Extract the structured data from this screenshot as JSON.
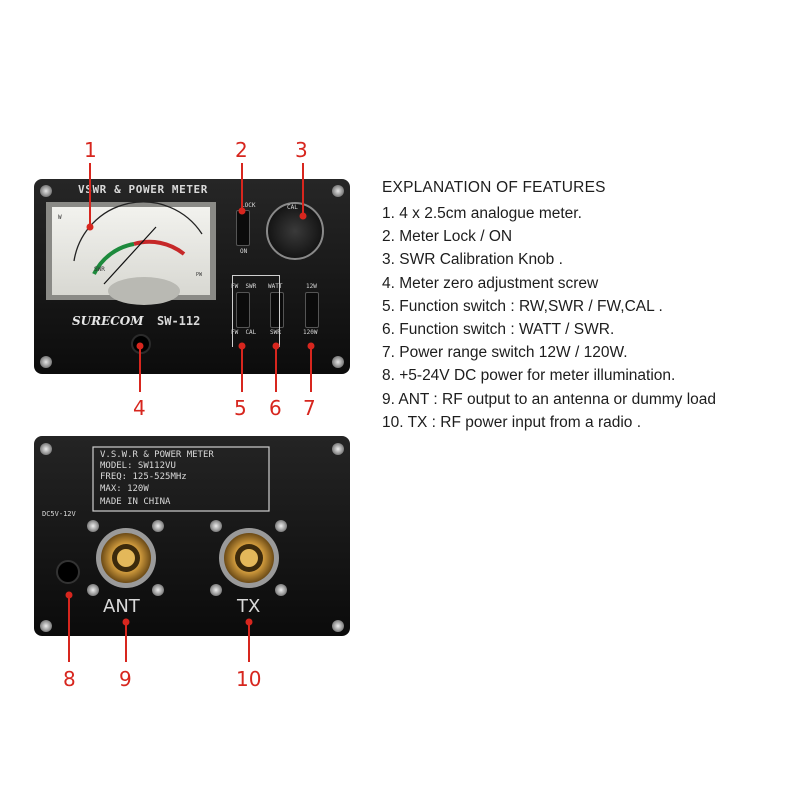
{
  "front_panel": {
    "title": "VSWR & POWER METER",
    "brand": "SURECOM",
    "model": "SW-112",
    "meter": {
      "scale_label": "W",
      "swr_label": "SWR",
      "pwr_label": "PW"
    },
    "switch_labels": {
      "lock": "LOCK",
      "on": "ON",
      "cal": "CAL",
      "fw_swr": "FW  SWR",
      "fw_cal": "FW  CAL",
      "watt": "WATT",
      "swr": "SWR",
      "w12": "12W",
      "w120": "120W"
    }
  },
  "back_panel": {
    "label_lines": [
      "V.S.W.R & POWER METER",
      "MODEL: SW112VU",
      "FREQ: 125-525MHz",
      "MAX: 120W",
      "MADE IN CHINA"
    ],
    "dc_label": "DC5V-12V",
    "ant_label": "ANT",
    "tx_label": "TX"
  },
  "callouts": {
    "c1": "1",
    "c2": "2",
    "c3": "3",
    "c4": "4",
    "c5": "5",
    "c6": "6",
    "c7": "7",
    "c8": "8",
    "c9": "9",
    "c10": "10"
  },
  "features": {
    "title": "EXPLANATION OF FEATURES",
    "items": [
      "1. 4 x 2.5cm analogue meter.",
      "2. Meter Lock / ON",
      "3. SWR Calibration Knob .",
      "4. Meter zero adjustment screw",
      "5. Function switch : RW,SWR / FW,CAL .",
      "6. Function switch : WATT / SWR.",
      "7. Power range switch 12W / 120W.",
      "8. +5-24V DC power for meter illumination.",
      "9. ANT : RF output to an antenna or dummy load",
      "10. TX : RF power input from a radio ."
    ]
  },
  "colors": {
    "panel": "#141414",
    "callout": "#d7261e",
    "connector_gold": "#c9953a"
  }
}
